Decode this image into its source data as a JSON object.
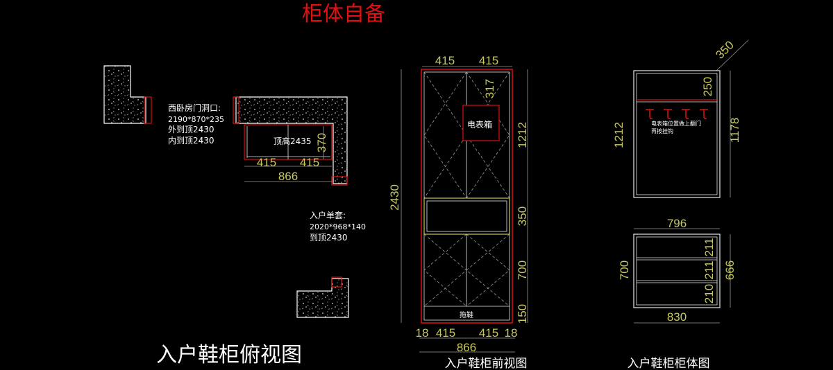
{
  "top_title": "柜体自备",
  "plan_view": {
    "title": "入户鞋柜俯视图",
    "west_bedroom_opening": [
      "西卧房门洞口:",
      "2190*870*235",
      "外到顶2430",
      "内到顶2430"
    ],
    "ceiling_height": "顶高2435",
    "dims": {
      "left_415": "415",
      "right_415": "415",
      "depth_370": "370",
      "total_866": "866"
    },
    "entry_door": [
      "入户单套:",
      "2020*968*140",
      "到顶2430"
    ]
  },
  "front_view": {
    "title": "入户鞋柜前视图",
    "top_415_left": "415",
    "top_415_right": "415",
    "meter_box_label": "电表箱",
    "dim_317": "317",
    "dim_1212": "1212",
    "dim_350": "350",
    "dim_700": "700",
    "dim_150": "150",
    "dim_2430": "2430",
    "bottom_label": "拖鞋",
    "bottom_dims": [
      "18",
      "415",
      "415",
      "18"
    ],
    "bottom_total": "866"
  },
  "body_view": {
    "title": "入户鞋柜柜体图",
    "dim_350": "350",
    "dim_250": "250",
    "dim_1212": "1212",
    "dim_1178": "1178",
    "note_lines": [
      "电表箱位置做上翻门",
      "再按挂钩"
    ],
    "dim_796": "796",
    "dim_700": "700",
    "dim_211a": "211",
    "dim_211b": "211",
    "dim_210": "210",
    "dim_666": "666",
    "dim_830": "830"
  },
  "colors": {
    "background": "#000000",
    "red": "#e01010",
    "yellow": "#c8c860",
    "white": "#e8e8e8",
    "gray": "#9a9a9a"
  }
}
